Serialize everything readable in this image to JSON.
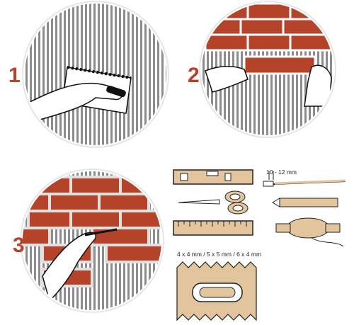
{
  "steps": [
    {
      "number": "1"
    },
    {
      "number": "2"
    },
    {
      "number": "3"
    }
  ],
  "tools": {
    "brush_size_label": "10 - 12 mm",
    "trowel_size_label": "4 x 4 mm / 5 x 5 mm / 6 x 4 mm",
    "items": [
      "spirit-level",
      "brush",
      "scissors",
      "pencil",
      "ruler",
      "string"
    ]
  },
  "colors": {
    "brick": "#b5432a",
    "tool_tan": "#e2c59c",
    "number": "#b5432a"
  }
}
